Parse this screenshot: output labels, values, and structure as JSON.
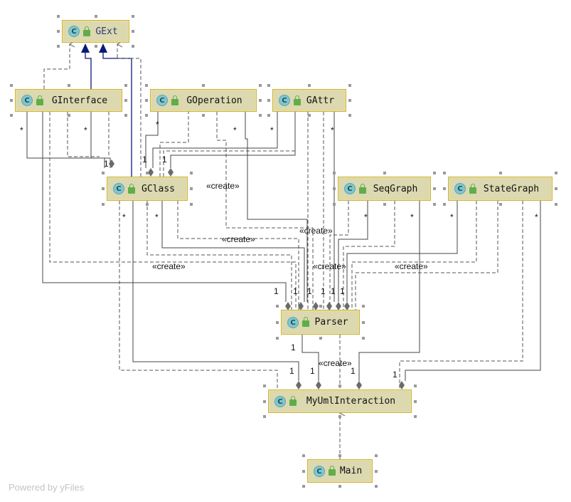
{
  "classes": {
    "gext": "GExt",
    "ginterface": "GInterface",
    "goperation": "GOperation",
    "gattr": "GAttr",
    "gclass": "GClass",
    "seqgraph": "SeqGraph",
    "stategraph": "StateGraph",
    "parser": "Parser",
    "myuml": "MyUmlInteraction",
    "main": "Main"
  },
  "class_icon_letter": "C",
  "labels": {
    "create": "«create»",
    "many": "*",
    "one": "1"
  },
  "watermark": "Powered by yFiles",
  "colors": {
    "node_fill": "#dcd8b0",
    "node_border": "#c7b24a",
    "icon_fill": "#7fc6cf",
    "inheritance": "#0a1a7a",
    "edge": "#444444",
    "dashed": "#555555"
  },
  "icons": [
    "class-icon",
    "lock-icon",
    "diamond-icon",
    "arrowhead-icon"
  ]
}
